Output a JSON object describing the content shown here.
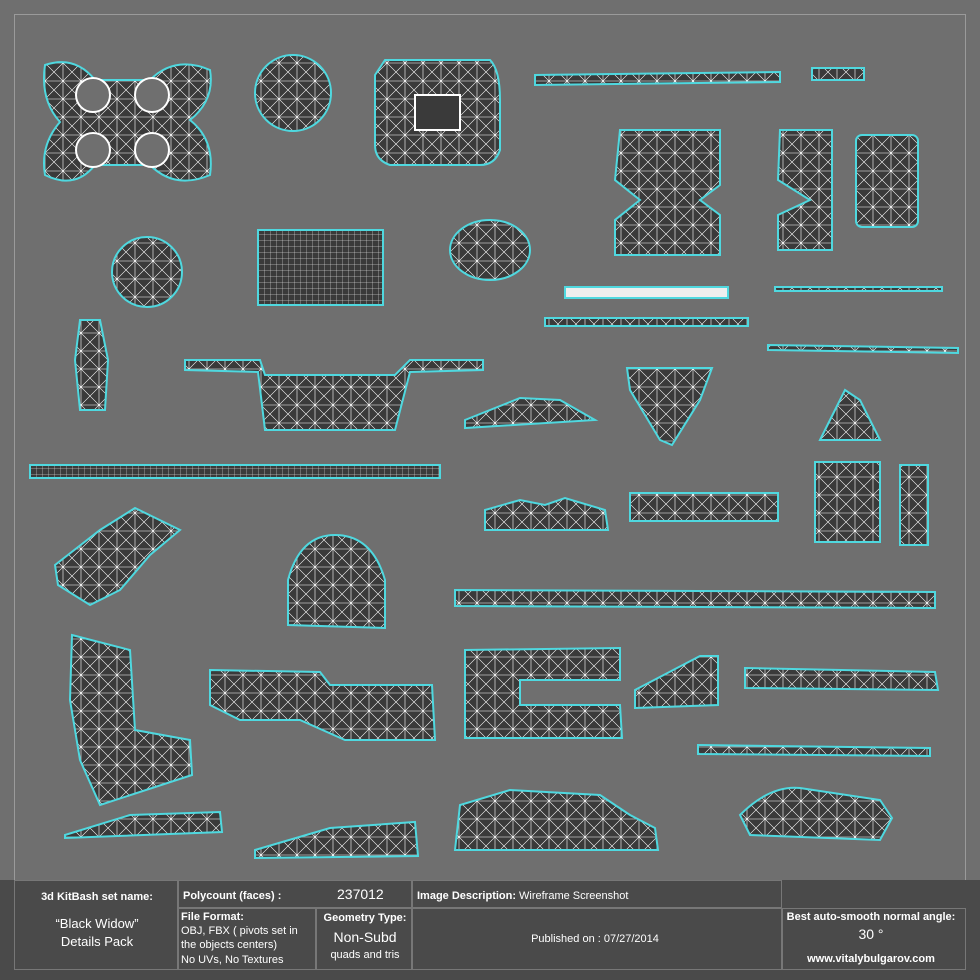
{
  "info_panel": {
    "set_name_label": "3d KitBash set name:",
    "set_name_line1": "“Black Widow”",
    "set_name_line2": "Details Pack",
    "polycount_label": "Polycount (faces) :",
    "polycount_value": "237012",
    "image_desc_label": "Image Description:",
    "image_desc_value": "Wireframe Screenshot",
    "file_format_label": "File Format:",
    "file_format_line1": "OBJ, FBX ( pivots set in",
    "file_format_line2": "the objects centers)",
    "file_format_line3": "No UVs, No Textures",
    "geometry_label": "Geometry Type:",
    "geometry_value": "Non-Subd",
    "geometry_sub": "quads and tris",
    "published": "Published on : 07/27/2014",
    "smooth_label": "Best auto-smooth normal angle:",
    "smooth_value": "30 °",
    "website": "www.vitalybulgarov.com"
  },
  "colors": {
    "background": "#6f6f6f",
    "panel": "#4a4a4a",
    "wire": "#ffffff",
    "edge": "#4fd8df",
    "fill": "#3a3a3a"
  }
}
